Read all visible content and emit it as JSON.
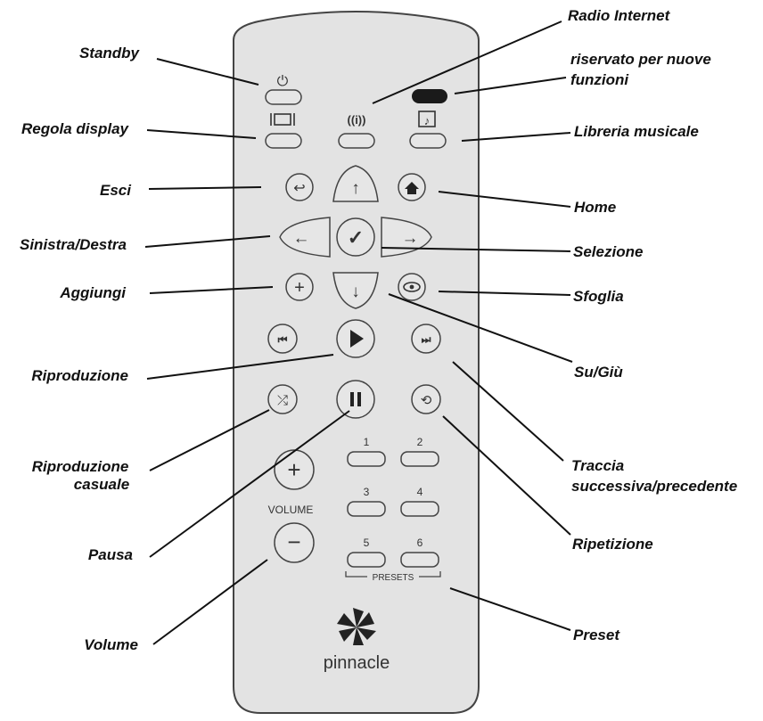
{
  "labels_left": {
    "standby": "Standby",
    "regola_display": "Regola display",
    "esci": "Esci",
    "sinistra_destra": "Sinistra/Destra",
    "aggiungi": "Aggiungi",
    "riproduzione": "Riproduzione",
    "riproduzione_casuale_1": "Riproduzione",
    "riproduzione_casuale_2": "casuale",
    "pausa": "Pausa",
    "volume": "Volume"
  },
  "labels_right": {
    "radio_internet": "Radio Internet",
    "riservato_1": "riservato per nuove",
    "riservato_2": "funzioni",
    "libreria_musicale": "Libreria musicale",
    "home": "Home",
    "selezione": "Selezione",
    "sfoglia": "Sfoglia",
    "su_giu": "Su/Giù",
    "traccia_1": "Traccia",
    "traccia_2": "successiva/precedente",
    "ripetizione": "Ripetizione",
    "preset": "Preset"
  },
  "remote": {
    "volume_text": "VOLUME",
    "presets_text": "PRESETS",
    "preset_numbers": [
      "1",
      "2",
      "3",
      "4",
      "5",
      "6"
    ],
    "brand": "pinnacle",
    "body_color": "#e3e3e3",
    "outline_color": "#444444"
  }
}
